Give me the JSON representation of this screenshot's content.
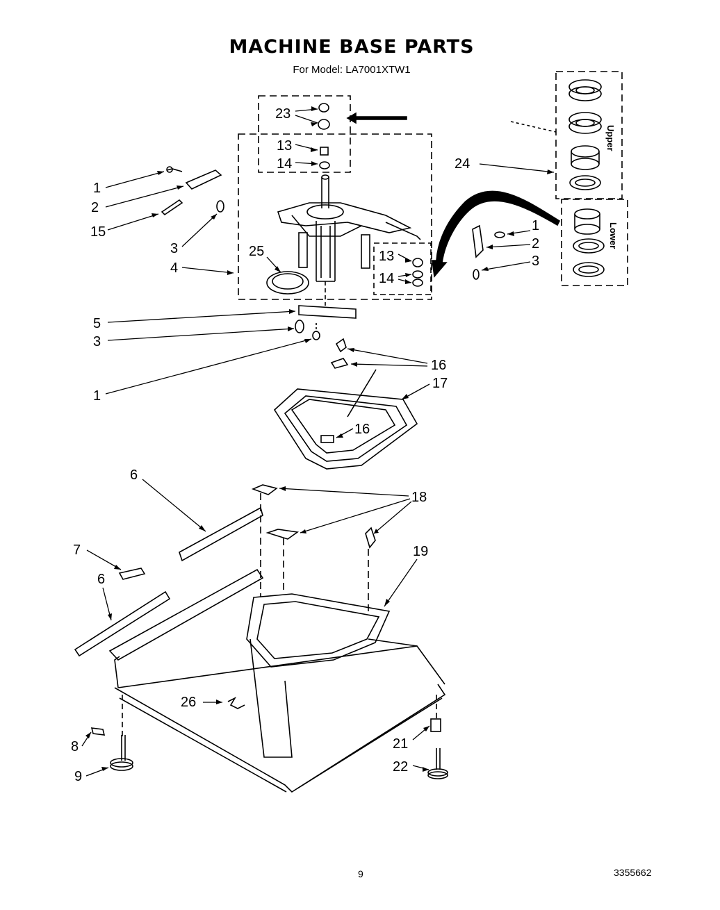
{
  "title": "MACHINE BASE PARTS",
  "subtitle": "For Model: LA7001XTW1",
  "page_number": "9",
  "document_number": "3355662",
  "bearing_group_labels": {
    "upper": "Upper",
    "lower": "Lower"
  },
  "callouts": {
    "c1a": "1",
    "c2a": "2",
    "c15": "15",
    "c3a": "3",
    "c4": "4",
    "c23": "23",
    "c13a": "13",
    "c14a": "14",
    "c25": "25",
    "c13b": "13",
    "c14b": "14",
    "c1b": "1",
    "c2b": "2",
    "c3b": "3",
    "c24": "24",
    "c5": "5",
    "c3c": "3",
    "c1c": "1",
    "c16a": "16",
    "c17": "17",
    "c16b": "16",
    "c6a": "6",
    "c18": "18",
    "c7": "7",
    "c19": "19",
    "c6b": "6",
    "c26": "26",
    "c8": "8",
    "c9": "9",
    "c21": "21",
    "c22": "22"
  }
}
